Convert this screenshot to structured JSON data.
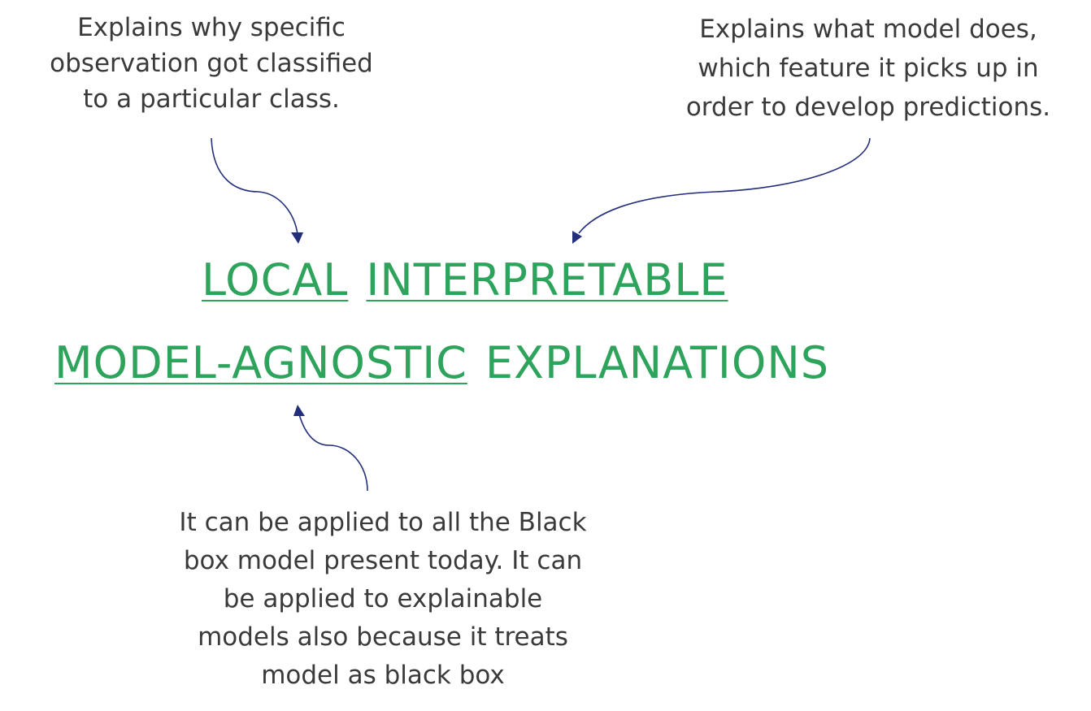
{
  "notes": {
    "local": [
      "Explains why specific",
      "observation got classified",
      "to a particular class."
    ],
    "interpretable": [
      "Explains what model does,",
      "which feature it picks up in",
      "order to develop predictions."
    ],
    "agnostic": [
      "It can be applied to all the Black",
      "box model present today. It can",
      "be applied to explainable",
      "models also because it treats",
      "model as black box"
    ]
  },
  "title": {
    "row1": [
      "LOCAL",
      "INTERPRETABLE"
    ],
    "row2": [
      "MODEL-AGNOSTIC",
      "EXPLANATIONS"
    ],
    "underlined": [
      "LOCAL",
      "INTERPRETABLE",
      "MODEL-AGNOSTIC"
    ]
  },
  "colors": {
    "title": "#2ea35b",
    "annotation_text": "#3a3a3a",
    "arrow": "#232f7a"
  }
}
